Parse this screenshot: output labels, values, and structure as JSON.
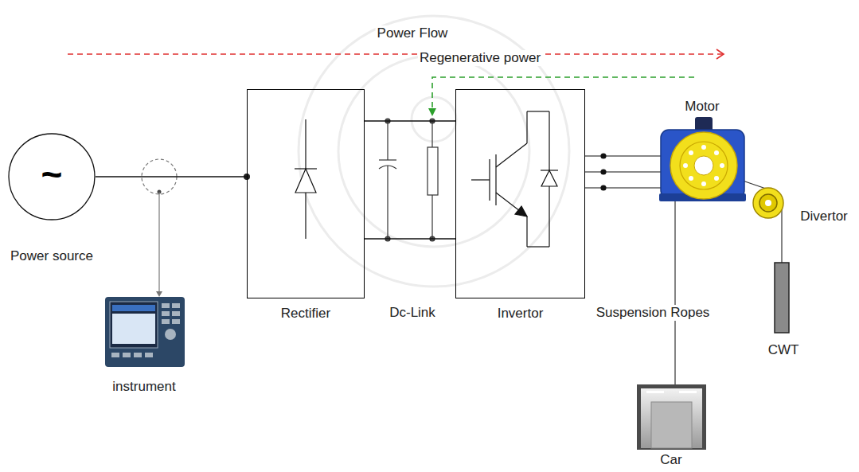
{
  "diagram": {
    "nodes": [
      {
        "text": [
          "~",
          "Power source"
        ]
      },
      {
        "text": [
          "Rectifier"
        ]
      },
      {
        "text": [
          "Invertor"
        ]
      }
    ],
    "edges": [
      {
        "from": 0,
        "to": 1,
        "arrow": "none"
      },
      {
        "from": 1,
        "to": 2,
        "arrow": "none"
      },
      {
        "from": 1,
        "to": 2,
        "arrow": "none"
      }
    ],
    "labels": [
      "Power Flow",
      "Regenerative power",
      "Dc-Link",
      "Motor",
      "Divertor",
      "Suspension Ropes",
      "CWT",
      "Car",
      "instrument"
    ]
  }
}
